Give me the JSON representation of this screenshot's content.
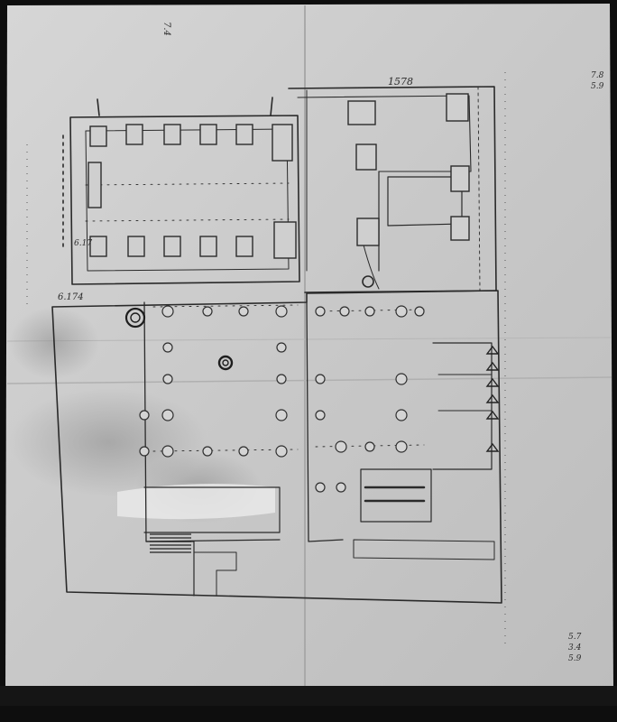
{
  "image": {
    "kind": "photograph of a hand-drawn architectural floor plan sketch on paper",
    "palette": {
      "paper": "#c9c9c9",
      "paper_light": "#dcdcdc",
      "ink": "#2a2a2a",
      "background": "#0e0e0e",
      "band": "#141414"
    }
  },
  "annotations": {
    "top": "1578",
    "left_dim": "6.174",
    "left_dim_2": "6.17",
    "right_a": "7.8",
    "right_b": "5.9",
    "bottom_right_a": "5.7",
    "bottom_right_b": "3.4",
    "bottom_right_c": "5.9",
    "top_left": "7.4"
  }
}
